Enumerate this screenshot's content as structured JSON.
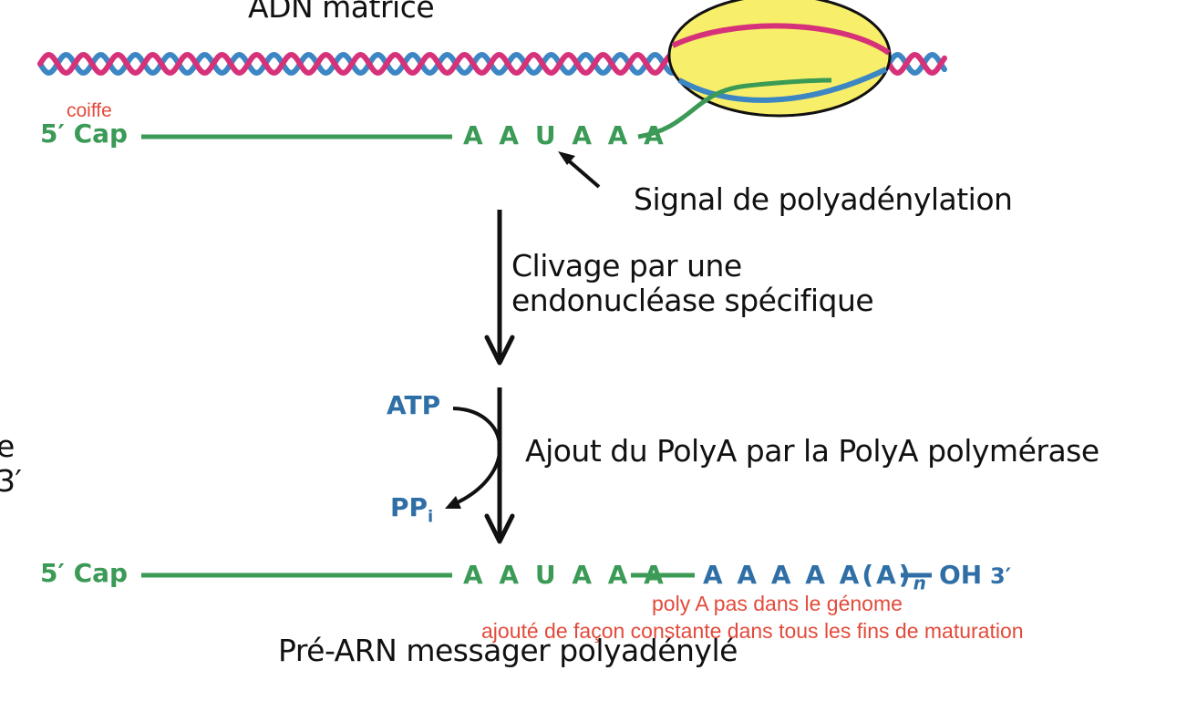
{
  "dna_label": "ADN matrice",
  "cap_note": "coiffe",
  "top_strand": {
    "cap": "5′ Cap",
    "signal_seq": "A A U A A A"
  },
  "signal_label": "Signal de polyadénylation",
  "cleavage_label": [
    "Clivage par une",
    "endonucléase spécifique"
  ],
  "atp": "ATP",
  "ppi": "PP",
  "ppi_sub": "i",
  "addition_label": "Ajout du PolyA par la PolyA polymérase",
  "bottom_strand": {
    "cap": "5′ Cap",
    "signal_seq": "A A U A A A",
    "polya": "A A A A A(A)",
    "polya_n": "n",
    "oh": "OH",
    "three_prime": "3′"
  },
  "left_cut": [
    "e",
    "3′"
  ],
  "notes": [
    "poly A pas dans le génome",
    "ajouté de façon constante dans  tous les fins de maturation"
  ],
  "bottom_label": "Pré-ARN messager polyadénylé",
  "colors": {
    "rna_green": "#3a9a56",
    "polya_blue": "#2f6fa6",
    "dna_pink": "#d6327a",
    "dna_blue": "#3d86c4",
    "polymerase_yellow": "#f7ee6a",
    "note_red": "#e24b3b"
  }
}
